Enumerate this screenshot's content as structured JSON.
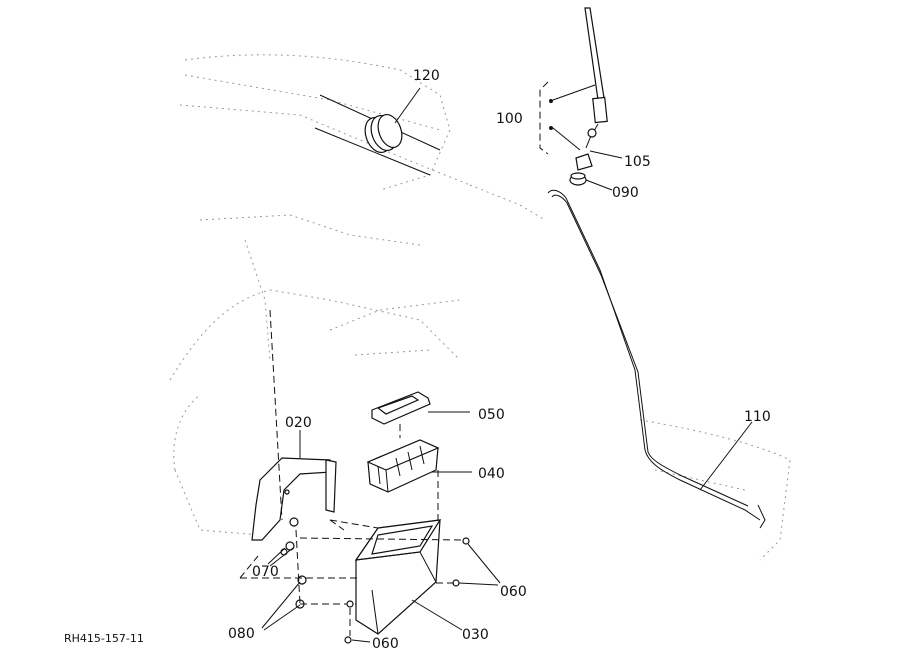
{
  "drawing_ref": "RH415-157-11",
  "labels": {
    "p100": "100",
    "p105": "105",
    "p090": "090",
    "p120": "120",
    "p110": "110",
    "p050": "050",
    "p040": "040",
    "p020": "020",
    "p070": "070",
    "p080": "080",
    "p060a": "060",
    "p060b": "060",
    "p030": "030"
  }
}
